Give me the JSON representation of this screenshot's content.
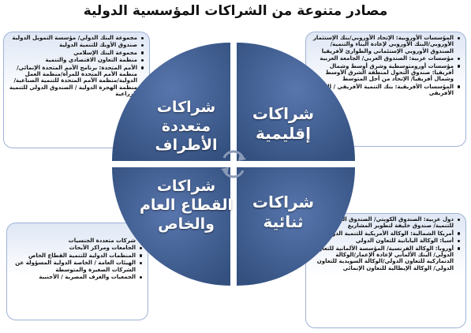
{
  "title": "مصادر متنوعة من الشراكات المؤسسية الدولية",
  "quadrants": {
    "top_left": "شراكات متعددة الأطراف",
    "top_right": "شراكات إقليمية",
    "bottom_left": "شراكات القطاع العام والخاص",
    "bottom_right": "شراكات ثنائية"
  },
  "boxes": {
    "top_left": [
      "مجموعة البنك الدولي/ مؤسسة التمويل الدولية",
      "صندوق الأوبك للتنمية الدولية",
      "مجموعة البنك الإسلامي",
      "منظمة التعاون الاقتصادي والتنمية",
      "الأمم المتحدة: برنامج الأمم المتحدة الإنمائي/منظمة الأمم المتحدة للمرأة/منظمة العمل الدولية/منظمة الأمم المتحدة للتنمية الصناعية/منظمة الهجرة الدولية / الصندوق الدولي للتنمية الزراعية"
    ],
    "top_right": [
      "المؤسسات الأوروبية: الإتحاد الأوروبي/بنك الإستثمار الأوروبي/البنك الأوروبي لإعادة البناء والتنمية/ الصندوق الأوروبي الإستئماني والطوارئ لأفريقيا",
      "مؤسسات عربية: الصندوق العربي/ الجامعة العربية",
      "مؤسسات أورومتوسطية وشرق أوسط وشمال أفريقيا: صندوق التحول لمنطقة الشرق الأوسط وشمال أفريقيا/ الإتحاد من أجل المتوسط",
      "المؤسسات الأفريقية: بنك التنمية الأفريقي / الإتحاد الأفريقي"
    ],
    "bottom_left": [
      "شركات متعددة الجنسيات",
      "الجامعات ومراكز الأبحاث",
      "المنظمات الدولية للتنمية القطاع الخاص",
      "الهيئات العامة / الخاصة الدولية المسؤولة عن الشركات الصغيرة والمتوسطة",
      "الجمعيات والغرف المصرية / الأجنبية"
    ],
    "bottom_right": [
      "دول عربية: الصندوق الكويتي/ الصندوق السعودي للتنمية/ صندوق خليفة لتطوير المشاريع",
      "أمريكا الشمالية: الوكالة الأمريكية للتنمية الدولية/ كندا",
      "أسيا: الوكالة اليابانية للتعاون الدولي",
      "أوروبا: الوكالة الفرنسية/ المؤسسة الألمانية للتعاون الدولي/ البنك الألماني لإعادة الإعمار/الوكالة الدنماركية للتعاون الدولي/الوكالة السويدية للتعاون الدولي/ الوكالة الإيطالية للتعاون الإنمائي"
    ]
  },
  "colors": {
    "quadrant_fill": "#3d5a91",
    "quadrant_fill_light": "#5876ad",
    "arrow": "#8a9ab8",
    "box_border": "#9fb2d8"
  }
}
